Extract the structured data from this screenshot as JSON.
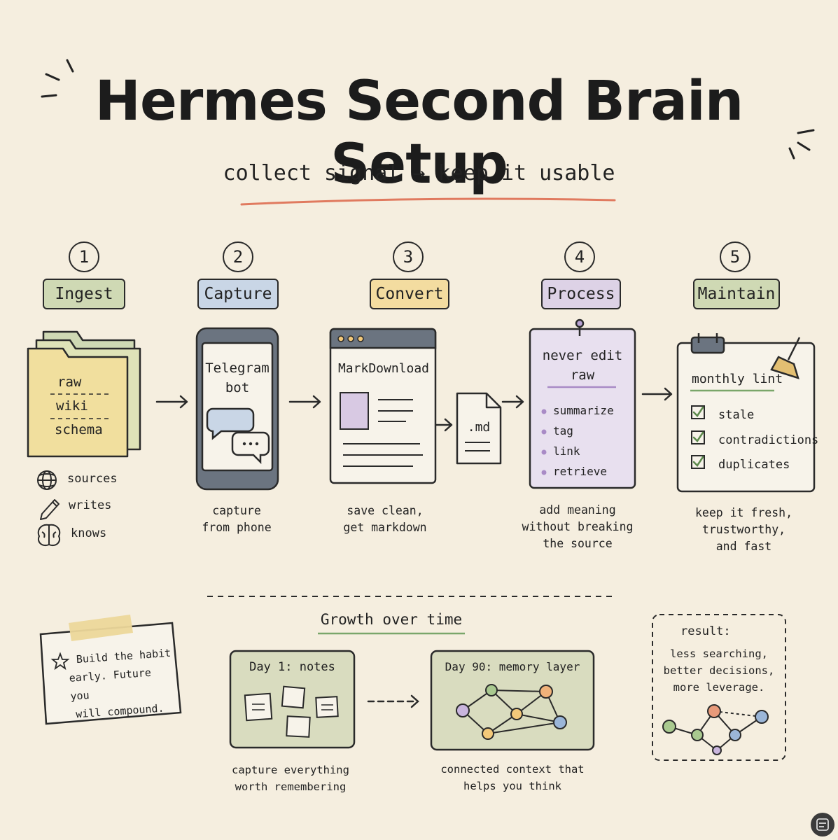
{
  "header": {
    "title": "Hermes Second Brain Setup",
    "subtitle": "collect signal → keep it usable"
  },
  "steps": [
    {
      "number": "1",
      "label": "Ingest",
      "color": "#cfd9b4",
      "folder_items": [
        "raw",
        "wiki",
        "schema"
      ],
      "legend": [
        {
          "icon": "globe-icon",
          "text": "sources"
        },
        {
          "icon": "pencil-icon",
          "text": "writes"
        },
        {
          "icon": "brain-icon",
          "text": "knows"
        }
      ]
    },
    {
      "number": "2",
      "label": "Capture",
      "color": "#c9d6e6",
      "phone_text": [
        "Telegram",
        "bot"
      ],
      "caption": [
        "capture",
        "from phone"
      ]
    },
    {
      "number": "3",
      "label": "Convert",
      "color": "#f3dca0",
      "window_title": "MarkDownload",
      "file_ext": ".md",
      "caption": [
        "save clean,",
        "get markdown"
      ]
    },
    {
      "number": "4",
      "label": "Process",
      "color": "#ddd2e6",
      "note_title": [
        "never edit",
        "raw"
      ],
      "bullets": [
        "summarize",
        "tag",
        "link",
        "retrieve"
      ],
      "caption": [
        "add meaning",
        "without breaking",
        "the source"
      ]
    },
    {
      "number": "5",
      "label": "Maintain",
      "color": "#cfd9b4",
      "board_title": "monthly lint",
      "checks": [
        "stale",
        "contradictions",
        "duplicates"
      ],
      "caption": [
        "keep it fresh,",
        "trustworthy,",
        "and fast"
      ]
    }
  ],
  "growth": {
    "heading": "Growth over time",
    "day1": {
      "title": "Day 1: notes",
      "caption": [
        "capture everything",
        "worth remembering"
      ]
    },
    "day90": {
      "title": "Day 90: memory layer",
      "caption": [
        "connected context that",
        "helps you think"
      ]
    }
  },
  "tip": {
    "lines": [
      "Build the habit",
      "early. Future you",
      "will compound."
    ]
  },
  "result": {
    "heading": "result:",
    "lines": [
      "less searching,",
      "better decisions,",
      "more leverage."
    ]
  },
  "colors": {
    "background": "#f5eedf",
    "ink": "#2a2a2a",
    "accent_underline": "#e07a5f",
    "green_underline": "#7aa66a",
    "purple": "#a98bc6",
    "orange": "#f0b27a",
    "blue": "#9bb6d8",
    "green": "#a9c98f",
    "yellow": "#f3dca0"
  }
}
